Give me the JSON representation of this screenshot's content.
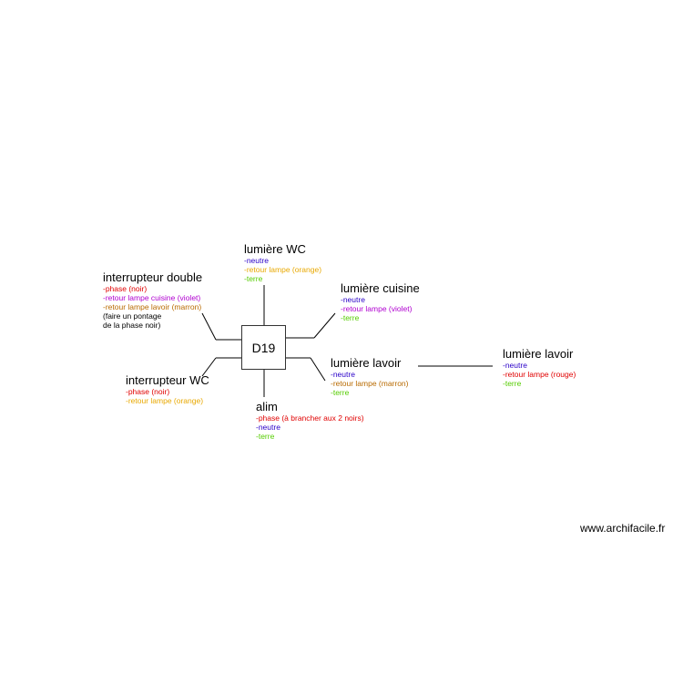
{
  "box_label": "D19",
  "groups": {
    "lumiere_wc": {
      "title": "lumière WC",
      "lines": [
        {
          "text": "-neutre",
          "color": "#2a00c8"
        },
        {
          "text": "-retour lampe (orange)",
          "color": "#e8a800"
        },
        {
          "text": "-terre",
          "color": "#55cc00"
        }
      ]
    },
    "interrupteur_double": {
      "title": "interrupteur double",
      "lines": [
        {
          "text": "-phase (noir)",
          "color": "#e00000"
        },
        {
          "text": "-retour lampe cuisine (violet)",
          "color": "#b000d0"
        },
        {
          "text": "-retour lampe lavoir (marron)",
          "color": "#b86a00"
        },
        {
          "text": "(faire un pontage",
          "color": "#000000"
        },
        {
          "text": "de la phase noir)",
          "color": "#000000"
        }
      ]
    },
    "lumiere_cuisine": {
      "title": "lumière cuisine",
      "lines": [
        {
          "text": "-neutre",
          "color": "#2a00c8"
        },
        {
          "text": "-retour lampe (violet)",
          "color": "#b000d0"
        },
        {
          "text": "-terre",
          "color": "#55cc00"
        }
      ]
    },
    "lumiere_lavoir_1": {
      "title": "lumière lavoir",
      "lines": [
        {
          "text": "-neutre",
          "color": "#2a00c8"
        },
        {
          "text": "-retour lampe (marron)",
          "color": "#b86a00"
        },
        {
          "text": "-terre",
          "color": "#55cc00"
        }
      ]
    },
    "lumiere_lavoir_2": {
      "title": "lumière lavoir",
      "lines": [
        {
          "text": "-neutre",
          "color": "#2a00c8"
        },
        {
          "text": "-retour lampe (rouge)",
          "color": "#e00000"
        },
        {
          "text": "-terre",
          "color": "#55cc00"
        }
      ]
    },
    "interrupteur_wc": {
      "title": "interrupteur WC",
      "lines": [
        {
          "text": "-phase (noir)",
          "color": "#e00000"
        },
        {
          "text": "-retour lampe (orange)",
          "color": "#e8a800"
        }
      ]
    },
    "alim": {
      "title": "alim",
      "lines": [
        {
          "text": "-phase (à brancher aux 2 noirs)",
          "color": "#e00000"
        },
        {
          "text": "-neutre",
          "color": "#2a00c8"
        },
        {
          "text": "-terre",
          "color": "#55cc00"
        }
      ]
    }
  },
  "watermark": "www.archifacile.fr"
}
